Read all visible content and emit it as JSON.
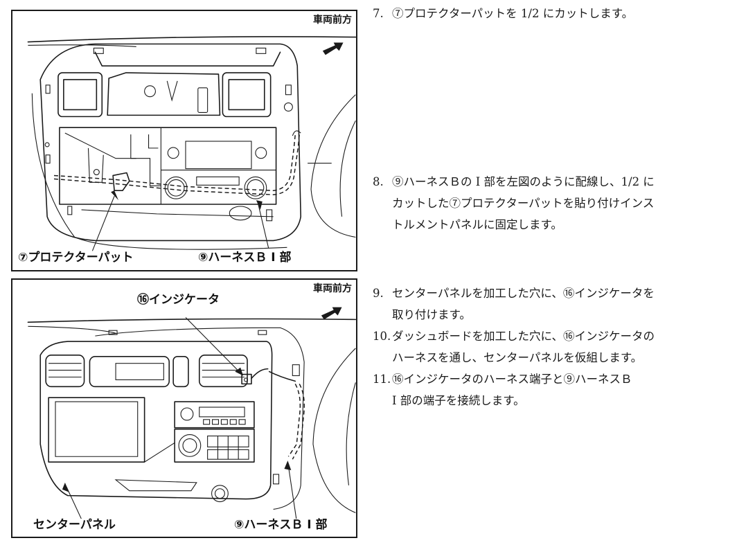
{
  "figures": [
    {
      "id": "fig1",
      "direction_label": "車両前方",
      "callouts": [
        {
          "label": "⑦プロテクターパット"
        },
        {
          "label": "⑨ハーネスＢ Ⅰ 部",
          "number": "⑨",
          "text": "ハーネスＢ",
          "circled": "Ⅰ",
          "suffix": "部"
        }
      ]
    },
    {
      "id": "fig2",
      "direction_label": "車両前方",
      "callouts": [
        {
          "label": "⑯インジケータ"
        },
        {
          "label": "センターパネル"
        },
        {
          "label": "⑨ハーネスＢ Ⅰ 部",
          "number": "⑨",
          "text": "ハーネスＢ",
          "circled": "Ⅰ",
          "suffix": "部"
        }
      ]
    }
  ],
  "steps": [
    {
      "number": "7.",
      "lines": [
        "⑦プロテクターパットを 1/2 にカットします。"
      ]
    },
    {
      "number": "8.",
      "lines": [
        "⑨ハーネスＢの Ⅰ 部を左図のように配線し、1/2 に",
        "カットした⑦プロテクターパットを貼り付けインス",
        "トルメントパネルに固定します。"
      ]
    },
    {
      "number": "9.",
      "lines": [
        "センターパネルを加工した穴に、⑯インジケータを",
        "取り付けます。"
      ]
    },
    {
      "number": "10.",
      "lines": [
        "ダッシュボードを加工した穴に、⑯インジケータの",
        "ハーネスを通し、センターパネルを仮組します。"
      ]
    },
    {
      "number": "11.",
      "lines": [
        "⑯インジケータのハーネス端子と⑨ハーネスＢ",
        "Ⅰ 部の端子を接続します。"
      ]
    }
  ]
}
